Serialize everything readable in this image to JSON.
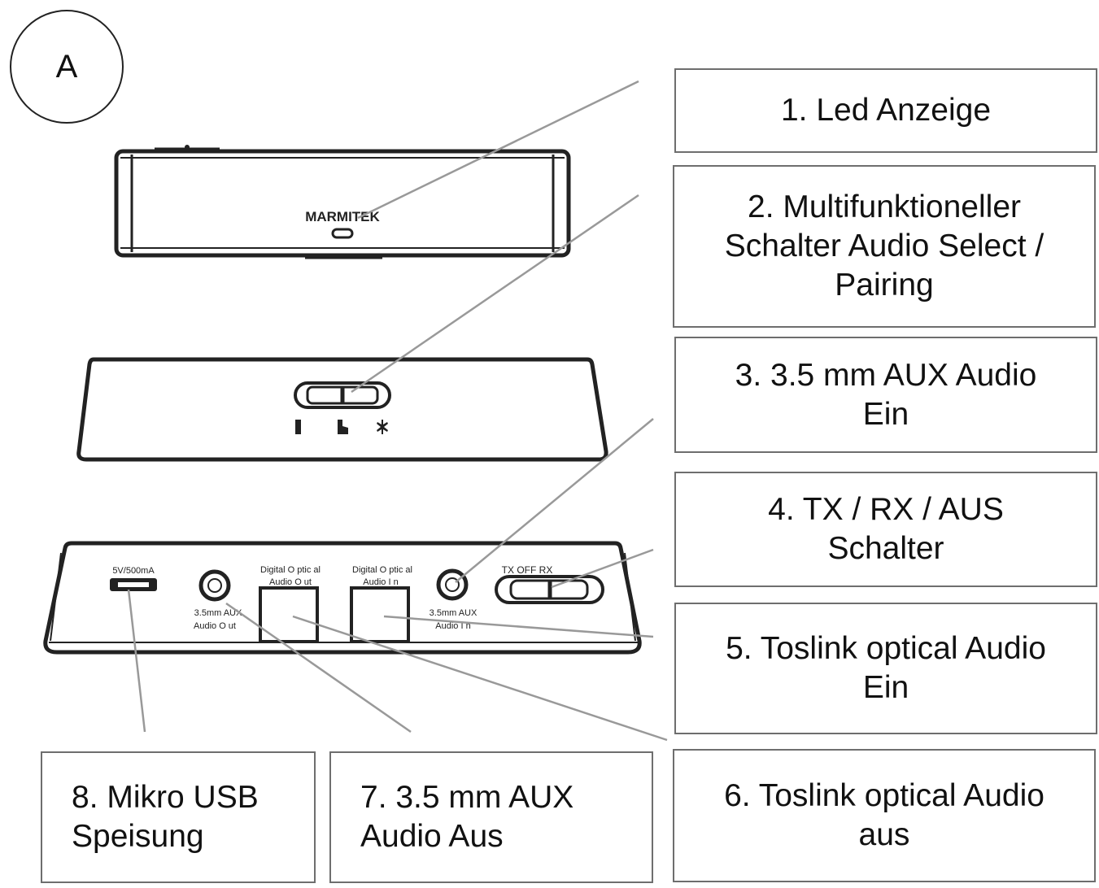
{
  "figure_label": "A",
  "device": {
    "brand": "MARMITEK",
    "ports": {
      "usb_label": "5V/500mA",
      "aux_out_label_1": "3.5mm AUX",
      "aux_out_label_2": "Audio O ut",
      "optical_out_label_1": "Digital O ptic al",
      "optical_out_label_2": "Audio O ut",
      "optical_in_label_1": "Digital O ptic al",
      "optical_in_label_2": "Audio I n",
      "aux_in_label_1": "3.5mm AUX",
      "aux_in_label_2": "Audio I n",
      "switch_label": "TX OFF RX"
    }
  },
  "callouts": [
    {
      "id": "c1",
      "text": "1.  Led Anzeige"
    },
    {
      "id": "c2",
      "text": "2. Multifunktioneller\nSchalter Audio Select /\nPairing"
    },
    {
      "id": "c3",
      "text": "3. 3.5 mm AUX Audio\nEin"
    },
    {
      "id": "c4",
      "text": "4. TX / RX / AUS\nSchalter"
    },
    {
      "id": "c5",
      "text": "5. Toslink optical Audio\nEin"
    },
    {
      "id": "c6",
      "text": "6. Toslink optical Audio\naus"
    },
    {
      "id": "c7",
      "text": "7. 3.5 mm AUX\nAudio Aus"
    },
    {
      "id": "c8",
      "text": "8. Mikro USB\nSpeisung"
    }
  ]
}
